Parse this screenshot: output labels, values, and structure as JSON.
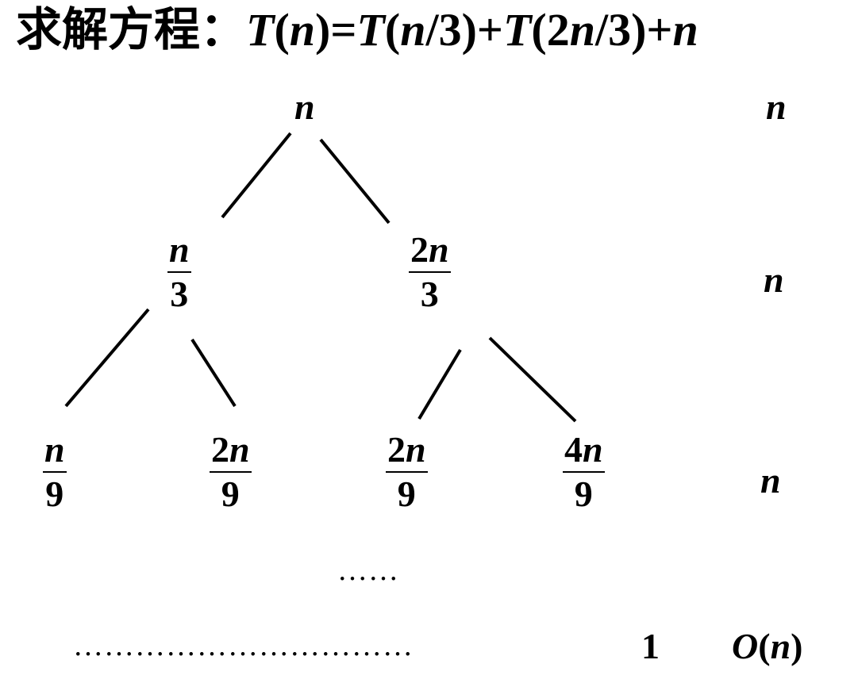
{
  "title": {
    "cn": "求解方程：",
    "equation": [
      {
        "t": "T",
        "i": true
      },
      {
        "t": "(",
        "i": false
      },
      {
        "t": "n",
        "i": true
      },
      {
        "t": ")=",
        "i": false
      },
      {
        "t": "T",
        "i": true
      },
      {
        "t": "(",
        "i": false
      },
      {
        "t": "n",
        "i": true
      },
      {
        "t": "/3)+",
        "i": false
      },
      {
        "t": "T",
        "i": true
      },
      {
        "t": "(2",
        "i": false
      },
      {
        "t": "n",
        "i": true
      },
      {
        "t": "/3)+",
        "i": false
      },
      {
        "t": "n",
        "i": true
      }
    ]
  },
  "tree": {
    "root": "n",
    "level1": [
      {
        "num_coef": "",
        "num_var": "n",
        "den": "3"
      },
      {
        "num_coef": "2",
        "num_var": "n",
        "den": "3"
      }
    ],
    "level2": [
      {
        "num_coef": "",
        "num_var": "n",
        "den": "9"
      },
      {
        "num_coef": "2",
        "num_var": "n",
        "den": "9"
      },
      {
        "num_coef": "2",
        "num_var": "n",
        "den": "9"
      },
      {
        "num_coef": "4",
        "num_var": "n",
        "den": "9"
      }
    ],
    "ellipsis_short": "……",
    "ellipsis_long": "……………………………"
  },
  "costs": {
    "level0": "n",
    "level1": "n",
    "level2": "n",
    "leaf": "1",
    "total_prefix": "O",
    "total_open": "(",
    "total_var": "n",
    "total_close": ")"
  }
}
